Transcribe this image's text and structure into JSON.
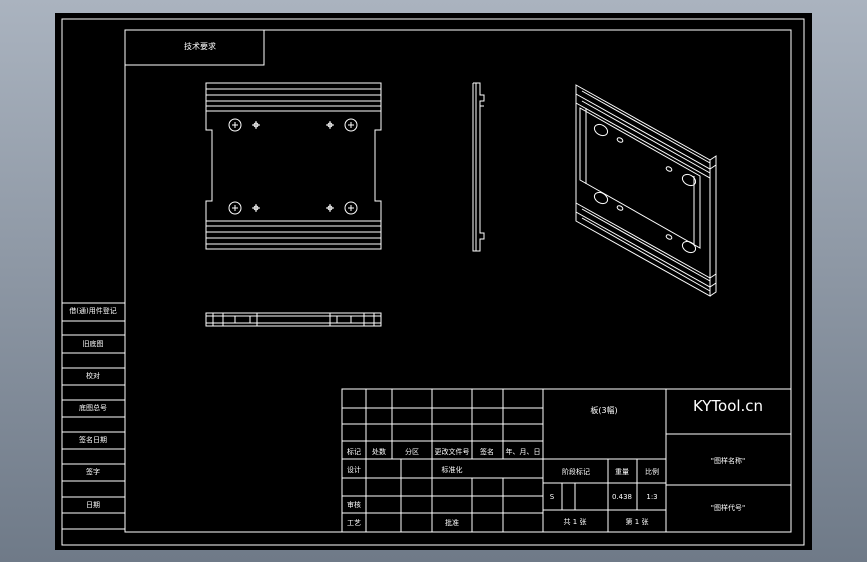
{
  "drawing": {
    "corner_label": "技术要求",
    "logo_text": "KYTool.cn",
    "drawing_name": "板(3幅)",
    "material_label": "\"图样名称\"",
    "drawing_code": "\"图样代号\""
  },
  "left_strip": {
    "labels": [
      "借(通)用件登记",
      "旧底图",
      "校对",
      "底图总号",
      "签名日期",
      "签字",
      "日期"
    ]
  },
  "title_block": {
    "row_labels": [
      "标记",
      "处数",
      "分区",
      "更改文件号",
      "签名",
      "年、月、日"
    ],
    "designer": "设计",
    "standardized": "标准化",
    "reviewer": "审核",
    "process": "工艺",
    "approve": "批准",
    "stage_mark": "阶段标记",
    "weight_label": "重量",
    "scale_label": "比例",
    "stage_value": "S",
    "weight_value": "0.438",
    "scale_value": "1:3",
    "sheets_total": "共 1 张",
    "sheet_no": "第 1 张"
  }
}
